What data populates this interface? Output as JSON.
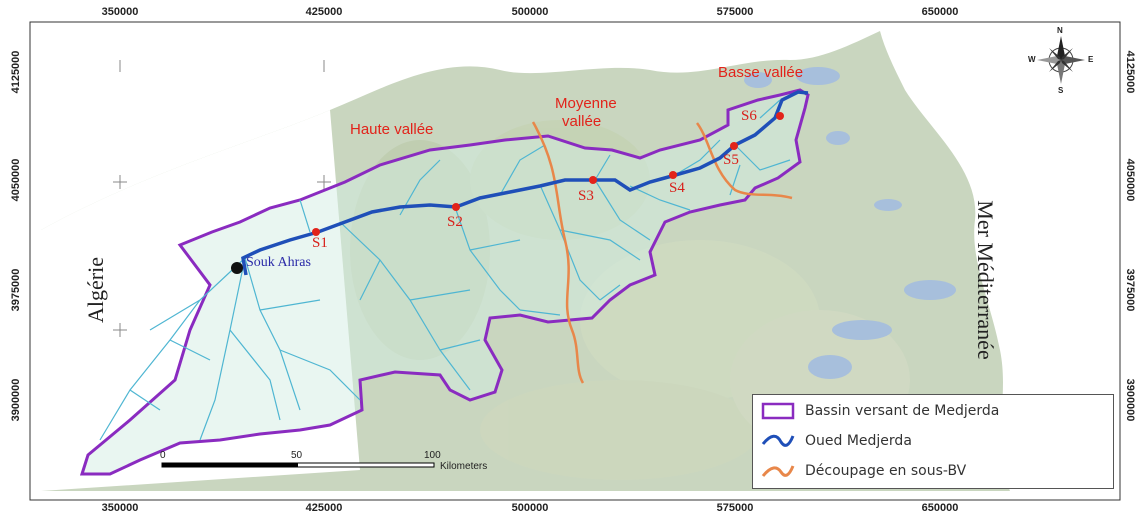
{
  "axes": {
    "x_ticks": [
      "350000",
      "425000",
      "500000",
      "575000",
      "650000"
    ],
    "y_ticks_left": [
      "4125000",
      "4050000",
      "3975000",
      "3900000"
    ],
    "y_ticks_right": [
      "4125000",
      "4050000",
      "3975000",
      "3900000"
    ]
  },
  "regions": {
    "haute": "Haute vallée",
    "moyenne_1": "Moyenne",
    "moyenne_2": "vallée",
    "basse": "Basse vallée"
  },
  "stations": [
    "S1",
    "S2",
    "S3",
    "S4",
    "S5",
    "S6"
  ],
  "countries": {
    "algeria": "Algérie",
    "sea": "Mer Méditerranée"
  },
  "town": "Souk Ahras",
  "legend": {
    "items": [
      {
        "label": "Bassin versant de Medjerda",
        "color": "#8a2bc0"
      },
      {
        "label": "Oued Medjerda",
        "color": "#1f4fb8"
      },
      {
        "label": "Découpage en sous-BV",
        "color": "#e8874a"
      }
    ]
  },
  "scale_bar": {
    "ticks": [
      "0",
      "50",
      "100"
    ],
    "unit": "Kilometers"
  },
  "north_arrow": {
    "n": "N",
    "s": "S",
    "e": "E",
    "w": "W"
  }
}
